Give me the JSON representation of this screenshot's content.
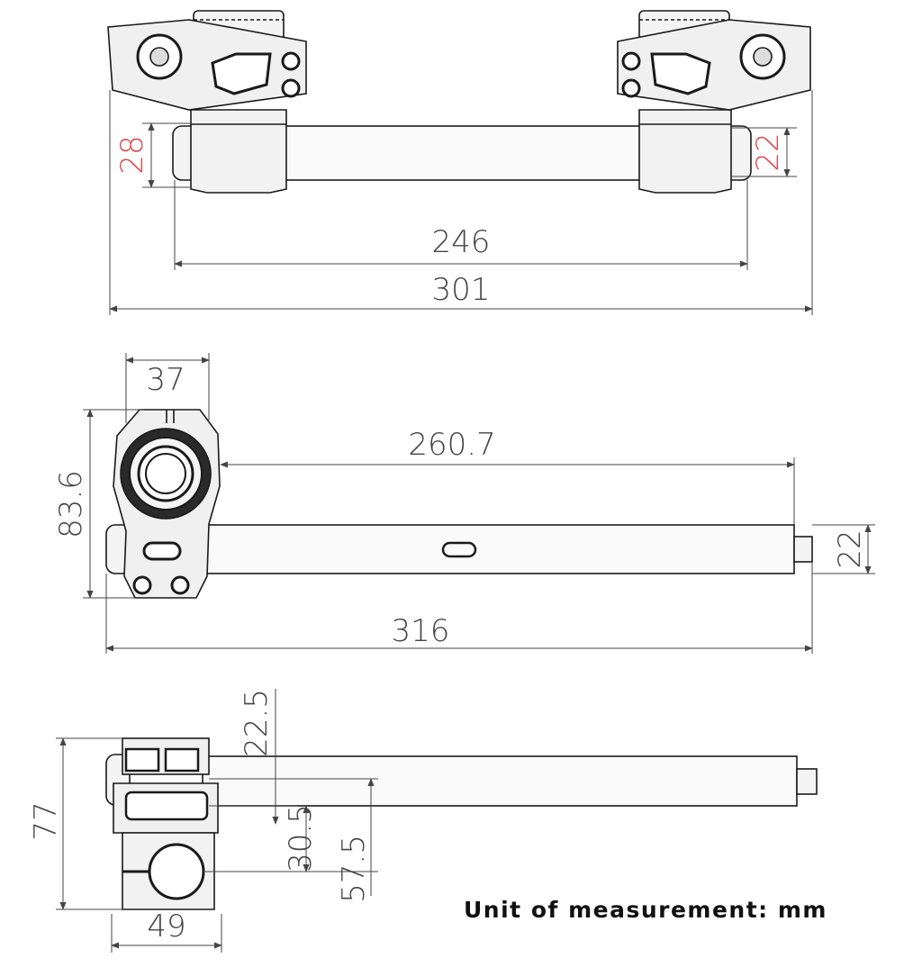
{
  "colors": {
    "line": "#1a1a1a",
    "dimension": "#444444",
    "highlight": "#e0484d",
    "part_fill": "#f4f4f4",
    "part_dark": "#2a2a2a"
  },
  "icons": [
    "fork-clamp-icon",
    "tube-icon",
    "bolt-icon"
  ],
  "views": {
    "front": {
      "dims": {
        "clamp_left": "28",
        "clamp_right": "22",
        "bar_inner": "246",
        "overall": "301"
      }
    },
    "side": {
      "dims": {
        "clamp_width": "37",
        "height": "83.6",
        "bar_length": "260.7",
        "bar_dia": "22",
        "overall": "316"
      }
    },
    "top": {
      "dims": {
        "rise": "22.5",
        "offset": "30.5",
        "center": "57.5",
        "height": "77",
        "width": "49"
      }
    }
  },
  "unit_note": "Unit of measurement: mm"
}
